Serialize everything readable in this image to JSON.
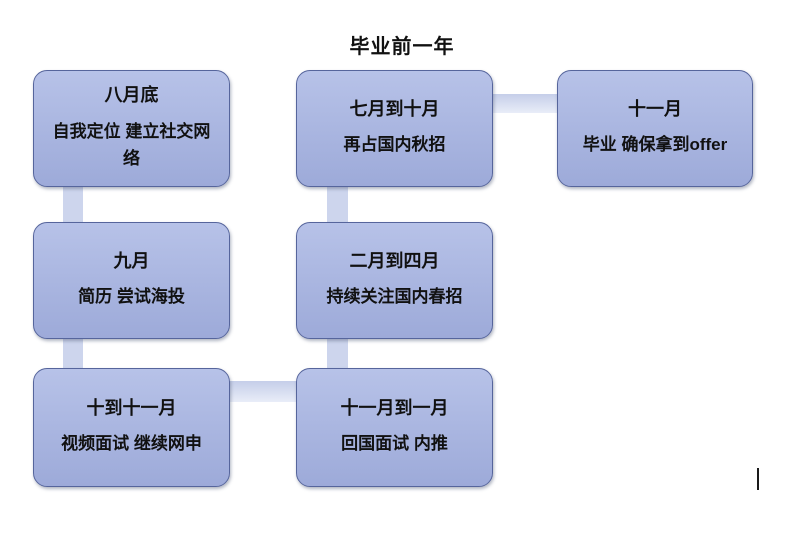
{
  "title": "毕业前一年",
  "colors": {
    "box_fill_top": "#b7c2e8",
    "box_fill_bottom": "#9daad9",
    "box_border": "#56659c",
    "connector": "#cdd5ed",
    "text": "#111111",
    "background": "#ffffff"
  },
  "boxes": [
    {
      "period": "八月底",
      "detail": "自我定位 建立社交网络"
    },
    {
      "period": "七月到十月",
      "detail": "再占国内秋招"
    },
    {
      "period": "十一月",
      "detail": "毕业 确保拿到offer"
    },
    {
      "period": "九月",
      "detail": "简历 尝试海投"
    },
    {
      "period": "二月到四月",
      "detail": "持续关注国内春招"
    },
    {
      "period": "十到十一月",
      "detail": "视频面试 继续网申"
    },
    {
      "period": "十一月到一月",
      "detail": "回国面试 内推"
    }
  ]
}
